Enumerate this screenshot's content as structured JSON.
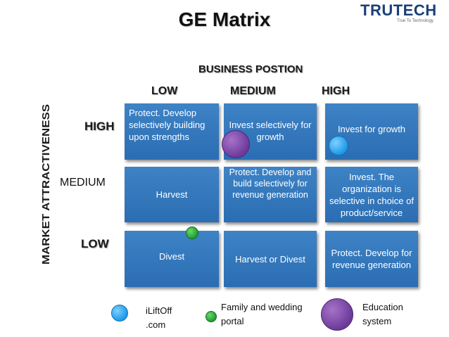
{
  "title": "GE Matrix",
  "logo": {
    "word": "TRUTECH",
    "tagline": "True To Technology"
  },
  "business_position": "BUSINESS POSTION",
  "market_attractiveness": "MARKET ATTRACTIVENESS",
  "columns": {
    "low": "LOW",
    "medium": "MEDIUM",
    "high": "HIGH"
  },
  "rows": {
    "high": "HIGH",
    "medium": "MEDIUM",
    "low": "LOW"
  },
  "cells": {
    "high_low": "Protect. Develop selectively building upon strengths",
    "high_medium": "Invest selectively for growth",
    "high_high": "Invest for growth",
    "medium_low": "Harvest",
    "medium_medium": "Protect. Develop and build selectively for revenue generation",
    "medium_high": "Invest. The organization is selective in choice of product/service",
    "low_low": "Divest",
    "low_medium": "Harvest or Divest",
    "low_high": "Protect. Develop for revenue generation"
  },
  "legend": {
    "blue": "iLiftOff\n.com",
    "green": "Family and wedding\n portal",
    "purple": "Education\nsystem"
  },
  "colors": {
    "cell": "#2f74b8",
    "blue_dot": "#1d9ae8",
    "green_dot": "#1f9e32",
    "purple_dot": "#6c3a9a"
  }
}
